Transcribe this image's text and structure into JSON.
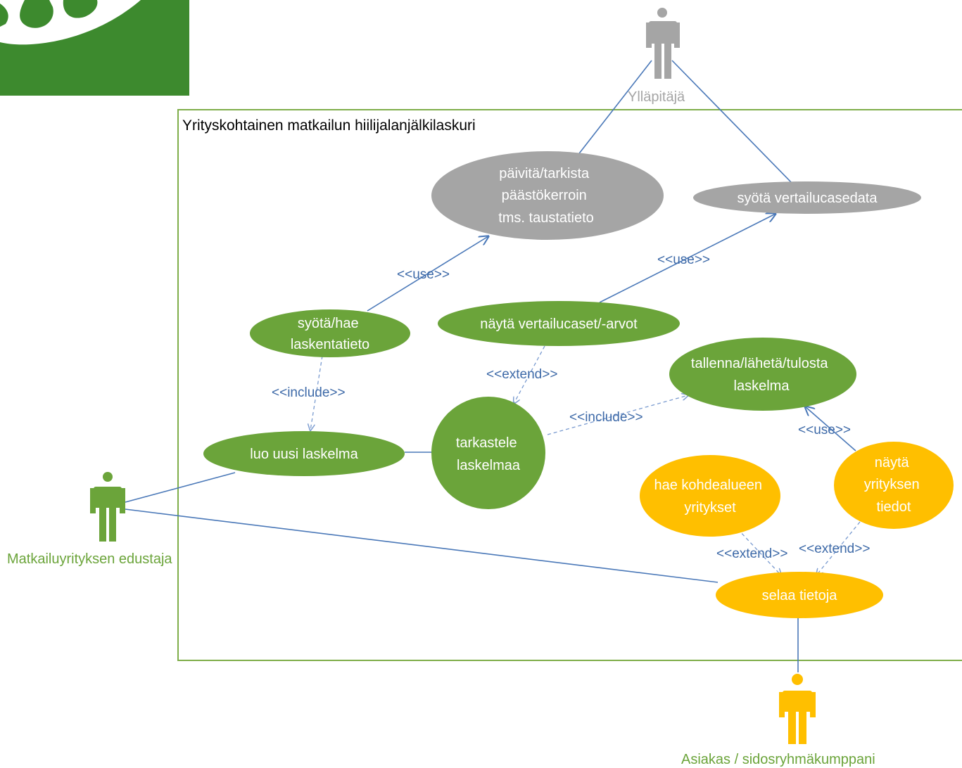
{
  "diagram": {
    "system_title": "Yrityskohtainen matkailun hiilijalanjälkilaskuri",
    "colors": {
      "system_border": "#7fae4a",
      "green": "#6ba43a",
      "grey": "#a5a5a5",
      "yellow": "#ffbf00",
      "line": "#4a78b8",
      "stereotype_text": "#3e6aa8",
      "logo_green": "#3d8a2e"
    },
    "actors": {
      "admin": {
        "label": "Ylläpitäjä",
        "color": "#a5a5a5"
      },
      "company_rep": {
        "label": "Matkailuyrityksen edustaja",
        "color": "#6ba43a"
      },
      "customer": {
        "label": "Asiakas / sidosryhmäkumppani",
        "color": "#ffbf00"
      }
    },
    "use_cases": {
      "update_factors": {
        "lines": [
          "päivitä/tarkista",
          "päästökerroin",
          "tms. taustatieto"
        ]
      },
      "enter_comparison": {
        "lines": [
          "syötä vertailucasedata"
        ]
      },
      "enter_calc_data": {
        "lines": [
          "syötä/hae",
          "laskentatieto"
        ]
      },
      "show_comparison": {
        "lines": [
          "näytä vertailucaset/-arvot"
        ]
      },
      "save_send_print": {
        "lines": [
          "tallenna/lähetä/tulosta",
          "laskelma"
        ]
      },
      "new_calculation": {
        "lines": [
          "luo uusi laskelma"
        ]
      },
      "view_calculation": {
        "lines": [
          "tarkastele",
          "laskelmaa"
        ]
      },
      "find_companies": {
        "lines": [
          "hae kohdealueen",
          "yritykset"
        ]
      },
      "show_company": {
        "lines": [
          "näytä",
          "yrityksen",
          "tiedot"
        ]
      },
      "browse_info": {
        "lines": [
          "selaa tietoja"
        ]
      }
    },
    "stereotypes": {
      "use_1": "<<use>>",
      "use_2": "<<use>>",
      "use_3": "<<use>>",
      "include_1": "<<include>>",
      "include_2": "<<include>>",
      "extend_1": "<<extend>>",
      "extend_2": "<<extend>>",
      "extend_3": "<<extend>>"
    }
  }
}
